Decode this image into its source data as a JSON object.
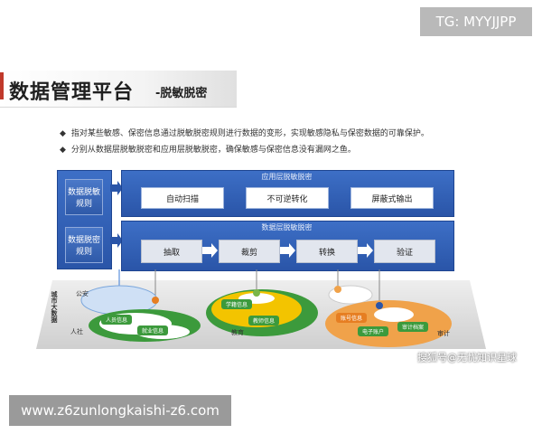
{
  "watermarks": {
    "top": "TG: MYYJJPP",
    "bottom": "www.z6zunlongkaishi-z6.com",
    "sohu": "搜狐号@无忧知识星球"
  },
  "title": {
    "main": "数据管理平台",
    "sub": "-脱敏脱密"
  },
  "bullets": [
    "指对某些敏感、保密信息通过脱敏脱密规则进行数据的变形，实现敏感隐私与保密数据的可靠保护。",
    "分别从数据层脱敏脱密和应用层脱敏脱密，确保敏感与保密信息没有漏网之鱼。"
  ],
  "diagram": {
    "rules": [
      "数据脱敏规则",
      "数据脱密规则"
    ],
    "app_layer": {
      "title": "应用层脱敏脱密",
      "items": [
        "自动扫描",
        "不可逆转化",
        "屏蔽式输出"
      ]
    },
    "data_layer": {
      "title": "数据层脱敏脱密",
      "steps": [
        "抽取",
        "裁剪",
        "转换",
        "验证"
      ]
    },
    "platform_label": "城市大数据",
    "domains": [
      "公安",
      "人社",
      "教育",
      "审计"
    ],
    "chips": [
      "人员信息",
      "就业信息",
      "学籍信息",
      "教师信息",
      "账号信息",
      "审计档案",
      "电子账户"
    ],
    "colors": {
      "blue_box": "#2a55a8",
      "step": "#e2e6ee",
      "green": "#3c9a3c",
      "yellow": "#f3c400",
      "orange": "#f0a24a",
      "accent": "#c0392b"
    }
  }
}
